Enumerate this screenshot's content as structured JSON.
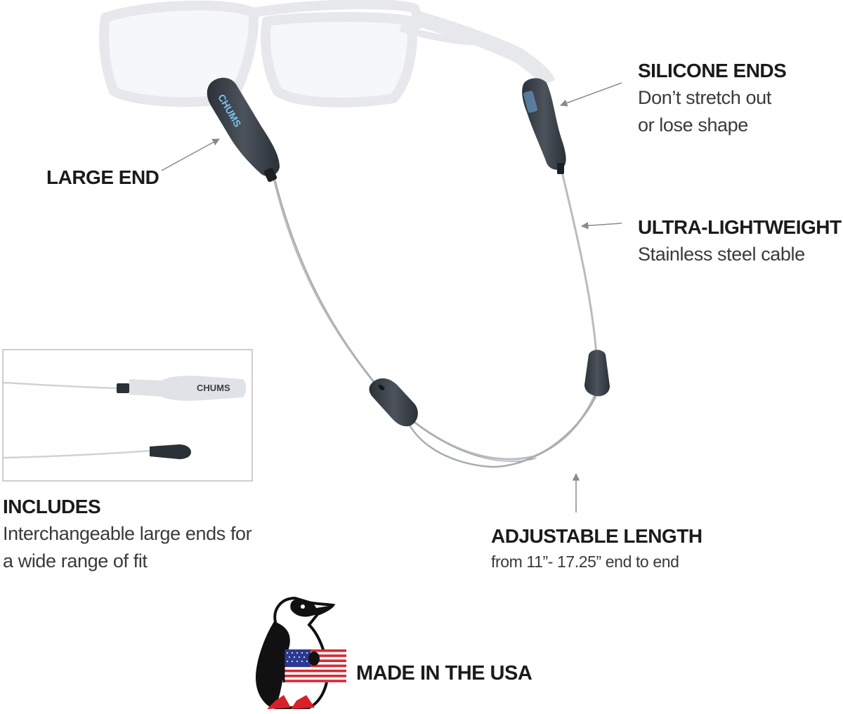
{
  "callouts": {
    "large_end": {
      "title": "LARGE END"
    },
    "silicone_ends": {
      "title": "SILICONE ENDS",
      "line1": "Don’t stretch out",
      "line2": "or lose shape"
    },
    "ultra_lightweight": {
      "title": "ULTRA-LIGHTWEIGHT",
      "line1": "Stainless steel cable"
    },
    "includes": {
      "title": "INCLUDES",
      "line1": "Interchangeable large ends for",
      "line2": "a wide range of fit"
    },
    "adjustable_length": {
      "title": "ADJUSTABLE LENGTH",
      "line1": "from 11”- 17.25” end to end"
    }
  },
  "brand": {
    "logo_text": "CHUMS",
    "made_in": "MADE IN THE USA"
  },
  "colors": {
    "text": "#1b1b1b",
    "subtext": "#3a3a3a",
    "arrow": "#8a8a8a",
    "end_cap": "#3e444c",
    "cable": "#b8bcc2",
    "frame": "#eef0f2",
    "flag_red": "#d62b35",
    "flag_blue": "#2b3a8f",
    "boot_red": "#d8202a"
  }
}
